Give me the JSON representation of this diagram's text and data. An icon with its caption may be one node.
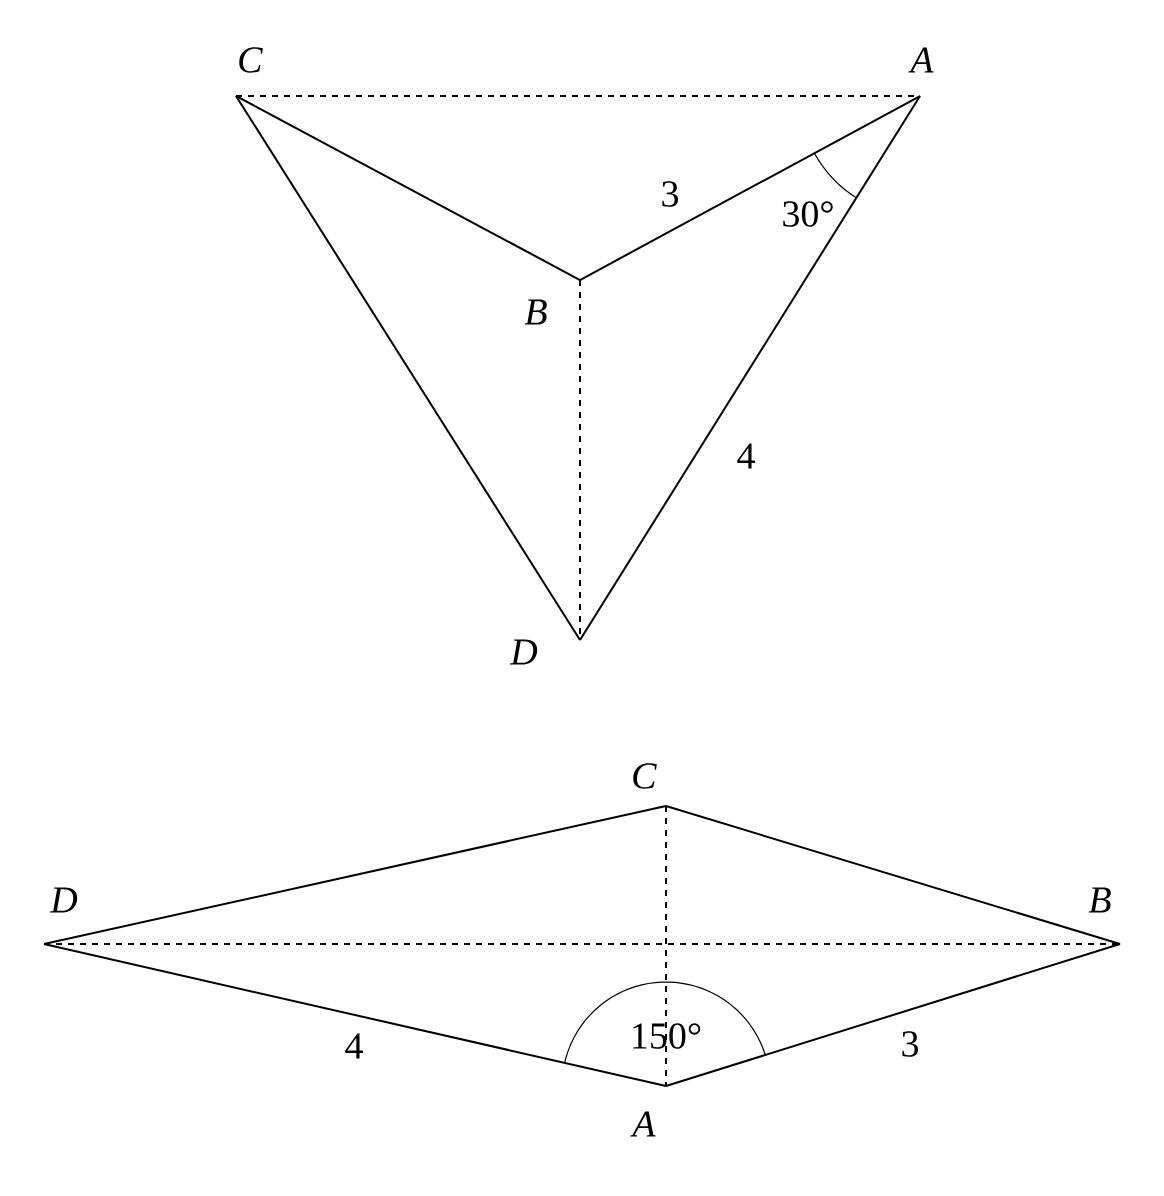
{
  "diagram": {
    "nodes": [
      {
        "text": [
          "*C*"
        ]
      },
      {
        "text": [
          "*A*"
        ]
      },
      {
        "text": [
          "*B*"
        ]
      },
      {
        "text": [
          "*D*"
        ]
      },
      {
        "text": [
          "*D*"
        ]
      },
      {
        "text": [
          "*C*"
        ]
      },
      {
        "text": [
          "*B*"
        ]
      },
      {
        "text": [
          "*A*"
        ]
      }
    ],
    "edges": [
      {
        "from": 0,
        "to": 1,
        "arrow": "none",
        "style": "dashed"
      },
      {
        "from": 0,
        "to": 2,
        "arrow": "none"
      },
      {
        "from": 2,
        "to": 1,
        "arrow": "none",
        "label": "3"
      },
      {
        "from": 1,
        "to": 3,
        "arrow": "none",
        "label": "4"
      },
      {
        "from": 0,
        "to": 3,
        "arrow": "none"
      },
      {
        "from": 2,
        "to": 3,
        "arrow": "none",
        "style": "dashed"
      },
      {
        "from": 4,
        "to": 5,
        "arrow": "none"
      },
      {
        "from": 5,
        "to": 6,
        "arrow": "none"
      },
      {
        "from": 4,
        "to": 7,
        "arrow": "none",
        "label": "4"
      },
      {
        "from": 7,
        "to": 6,
        "arrow": "none",
        "label": "3"
      },
      {
        "from": 4,
        "to": 6,
        "arrow": "none",
        "style": "dashed"
      },
      {
        "from": 5,
        "to": 7,
        "arrow": "none",
        "style": "dashed"
      }
    ],
    "labels": [
      "30°",
      "150°"
    ]
  }
}
